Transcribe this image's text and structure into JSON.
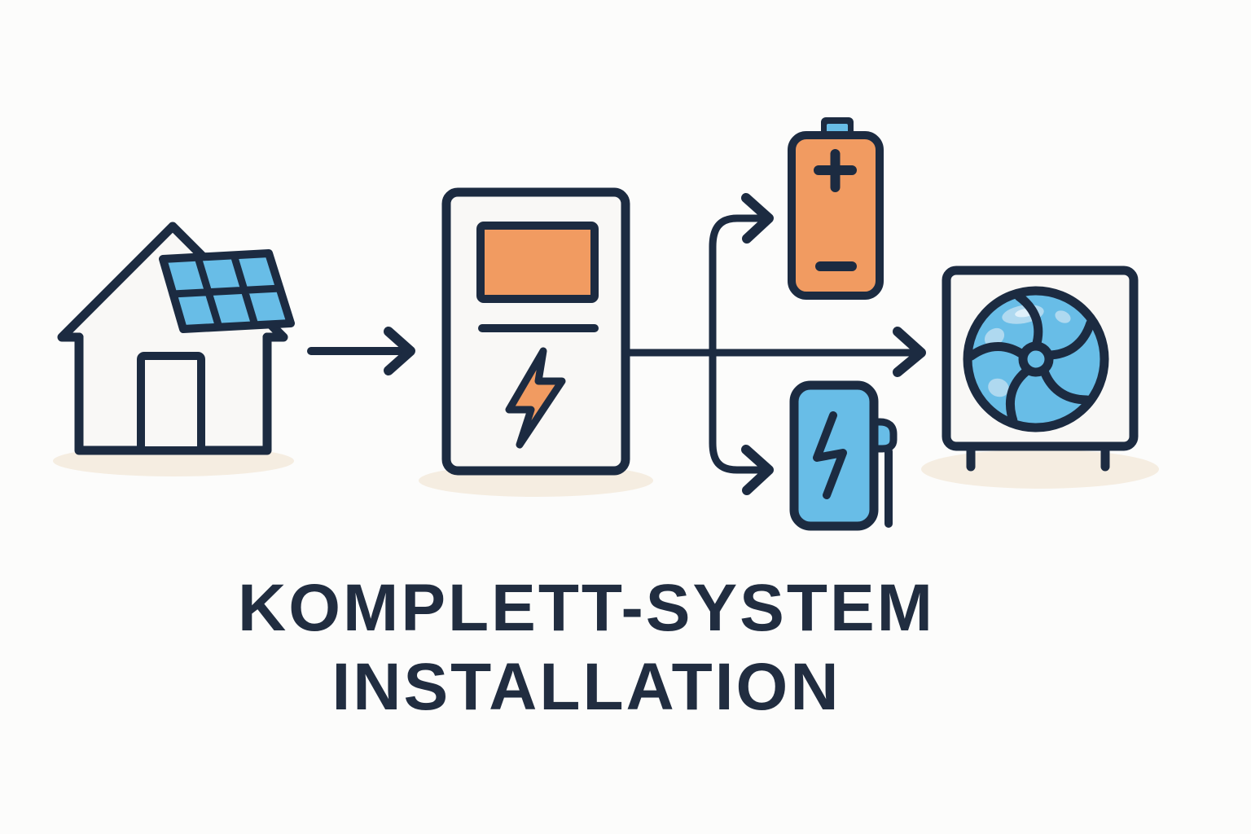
{
  "title": {
    "line1": "KOMPLETT-SYSTEM",
    "line2": "INSTALLATION"
  },
  "diagram": {
    "type": "flow-illustration",
    "nodes": [
      {
        "id": "solar-house",
        "icon": "house-with-solar-panel-icon",
        "description": "house with rooftop solar panel (2x3 blue modules)"
      },
      {
        "id": "inverter",
        "icon": "inverter-lightning-icon",
        "description": "inverter box with orange display and lightning bolt"
      },
      {
        "id": "battery",
        "icon": "battery-icon",
        "symbols": [
          "+",
          "−"
        ],
        "description": "orange battery with blue terminal"
      },
      {
        "id": "ev-charger",
        "icon": "ev-charger-lightning-icon",
        "description": "blue wallbox charger with lightning and cable holster"
      },
      {
        "id": "heat-pump",
        "icon": "heat-pump-fan-icon",
        "description": "outdoor unit with blue five-blade fan"
      }
    ],
    "connections": [
      {
        "from": "solar-house",
        "to": "inverter",
        "style": "straight-arrow"
      },
      {
        "from": "inverter",
        "to": "battery",
        "style": "curved-branch-arrow-up"
      },
      {
        "from": "inverter",
        "to": "heat-pump",
        "style": "straight-arrow"
      },
      {
        "from": "inverter",
        "to": "ev-charger",
        "style": "curved-branch-arrow-down"
      }
    ]
  },
  "colors": {
    "background": "#FCFCFB",
    "white-fill": "#F9F8F6",
    "navy": "#1C2B41",
    "orange": "#F19B61",
    "blue": "#68BDE7",
    "blue-light": "#AFD9F0",
    "blue-lighter": "#DFF0FA",
    "shadow": "#F5EDE1",
    "text": "#212D40"
  }
}
